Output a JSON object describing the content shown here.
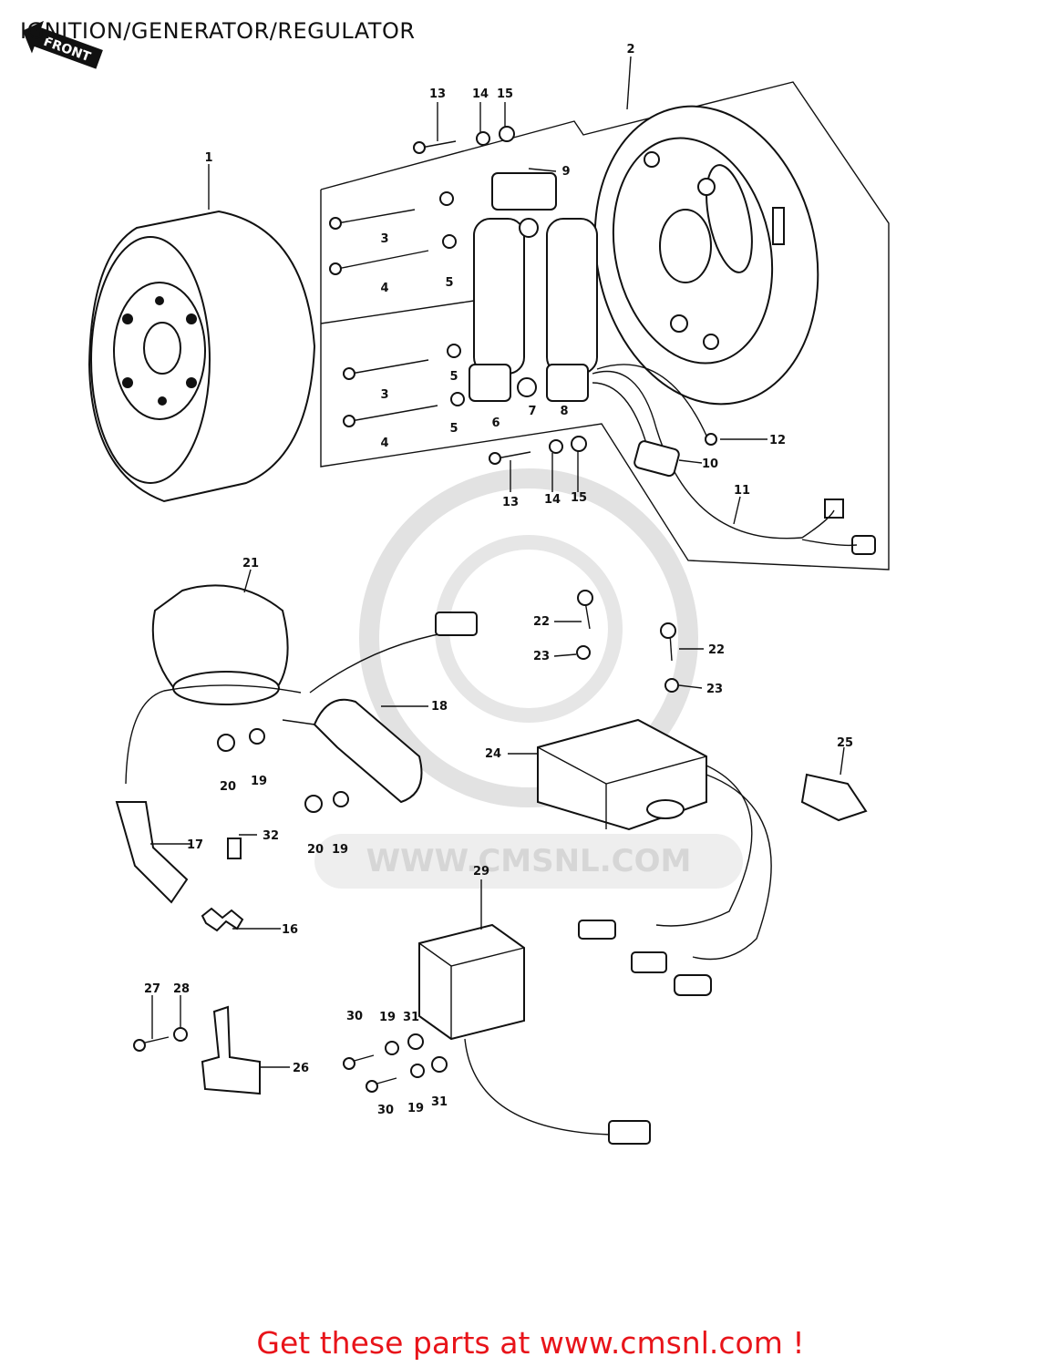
{
  "page": {
    "title": "IGNITION/GENERATOR/REGULATOR",
    "front_badge": "FRONT",
    "watermark": "WWW.CMSNL.COM",
    "footer_cta": "Get these parts at www.cmsnl.com !"
  },
  "callouts": {
    "c1": "1",
    "c2": "2",
    "c3a": "3",
    "c3b": "3",
    "c4a": "4",
    "c4b": "4",
    "c5a": "5",
    "c5b": "5",
    "c5c": "5",
    "c6": "6",
    "c7": "7",
    "c8": "8",
    "c9": "9",
    "c10": "10",
    "c11": "11",
    "c12": "12",
    "c13a": "13",
    "c13b": "13",
    "c14a": "14",
    "c14b": "14",
    "c15a": "15",
    "c15b": "15",
    "c16": "16",
    "c17": "17",
    "c18": "18",
    "c19a": "19",
    "c19b": "19",
    "c19c": "19",
    "c19d": "19",
    "c20a": "20",
    "c20b": "20",
    "c21": "21",
    "c22a": "22",
    "c22b": "22",
    "c23a": "23",
    "c23b": "23",
    "c24": "24",
    "c25": "25",
    "c26": "26",
    "c27": "27",
    "c28": "28",
    "c29": "29",
    "c30a": "30",
    "c30b": "30",
    "c31a": "31",
    "c31b": "31",
    "c32": "32"
  },
  "colors": {
    "ink": "#111111",
    "watermark": "#d6d6d6",
    "footer": "#e8141a"
  }
}
